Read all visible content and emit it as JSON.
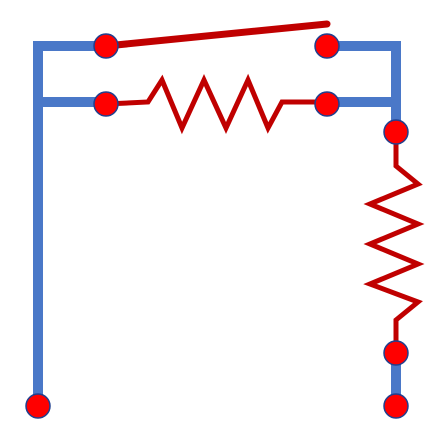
{
  "colors": {
    "background": "#ffffff",
    "wire": "#4a78c8",
    "component": "#c00000",
    "node_fill": "#ff0000",
    "node_stroke": "#1f3f8f"
  },
  "diagram": {
    "kind": "circuit",
    "components": [
      {
        "id": "switch",
        "type": "open-switch"
      },
      {
        "id": "resistor-top",
        "type": "resistor",
        "orientation": "horizontal"
      },
      {
        "id": "resistor-right",
        "type": "resistor",
        "orientation": "vertical"
      }
    ],
    "terminals": [
      {
        "id": "terminal-left"
      },
      {
        "id": "terminal-right"
      }
    ]
  }
}
